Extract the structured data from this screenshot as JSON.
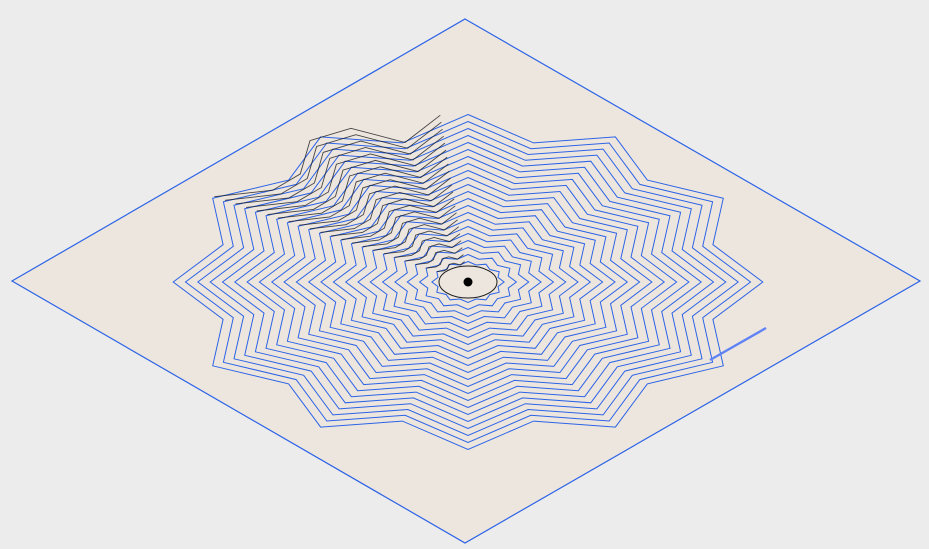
{
  "colors": {
    "background": "#ececec",
    "stock_fill": "#ede6df",
    "boundary_stroke": "#2b63e6",
    "remaining_path": "#2b63e6",
    "completed_path": "#1a1a1a",
    "center_fill": "#000000",
    "tool_highlight": "#5f82f5"
  },
  "toolpath": {
    "shape": "offset-star-spiral",
    "star_points": 12,
    "contour_count": 22,
    "completed_fraction": 0.06
  }
}
